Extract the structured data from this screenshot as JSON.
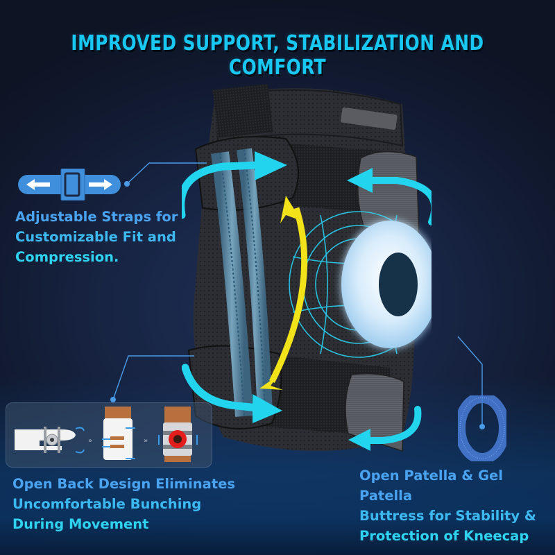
{
  "headline": "IMPROVED SUPPORT, STABILIZATION AND COMFORT",
  "colors": {
    "headline": "#19c8f2",
    "caption_blue": "#4aa3f0",
    "caption_cyan": "#2fd3f0",
    "arrow_cyan": "#22d4ee",
    "arrow_yellow": "#f2e21a",
    "leader_line": "#4a9be8",
    "background": "#172443"
  },
  "features": [
    {
      "id": "adjustable-straps",
      "icon": "adjustable-strap-buckle-icon",
      "lines": [
        "Adjustable Straps for",
        "Customizable Fit and",
        "Compression."
      ]
    },
    {
      "id": "open-back",
      "icon": "open-back-steps-illustration",
      "lines": [
        "Open Back Design Eliminates",
        "Uncomfortable Bunching",
        "During Movement"
      ]
    },
    {
      "id": "open-patella",
      "icon": "patella-gel-ring-icon",
      "lines": [
        "Open Patella & Gel Patella",
        "Buttress for Stability &",
        "Protection of Kneecap"
      ]
    }
  ],
  "inset": {
    "step_separator": "»"
  }
}
